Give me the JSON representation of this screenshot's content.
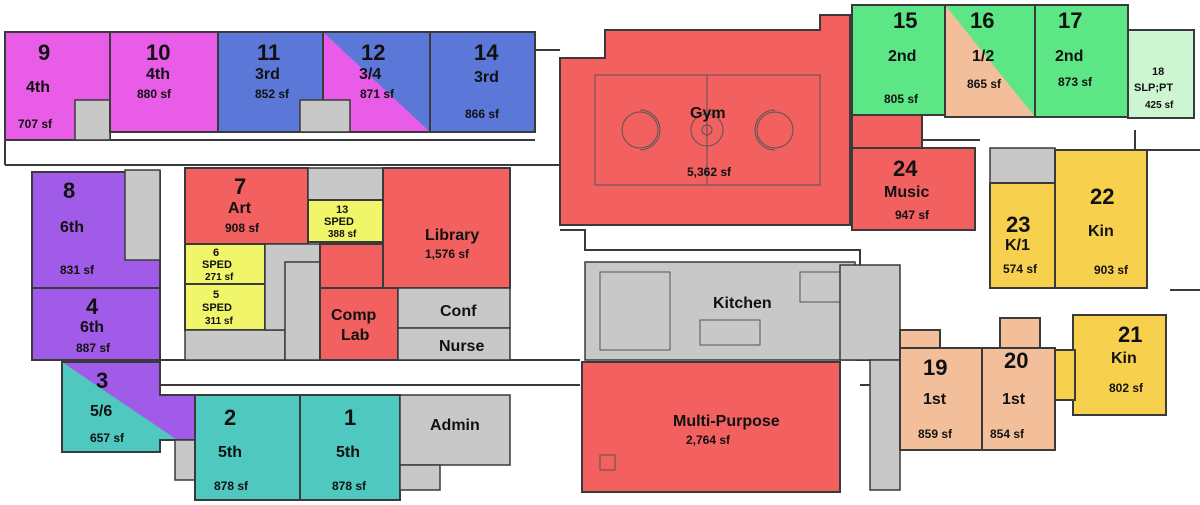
{
  "colors": {
    "fourth": "#e85ce8",
    "third": "#5b78d9",
    "sixth": "#a05ce8",
    "fifth": "#4fc9c0",
    "red": "#f26060",
    "yellow": "#f0f56a",
    "green": "#5ce685",
    "lightgreen": "#ccf5d2",
    "peach": "#f3bf9a",
    "gold": "#f7d04e",
    "gray": "#c8c8c8"
  },
  "rooms": {
    "r9": {
      "num": "9",
      "grade": "4th",
      "sf": "707 sf"
    },
    "r10": {
      "num": "10",
      "grade": "4th",
      "sf": "880 sf"
    },
    "r11": {
      "num": "11",
      "grade": "3rd",
      "sf": "852 sf"
    },
    "r12": {
      "num": "12",
      "grade": "3/4",
      "sf": "871 sf"
    },
    "r14": {
      "num": "14",
      "grade": "3rd",
      "sf": "866 sf"
    },
    "r8": {
      "num": "8",
      "grade": "6th",
      "sf": "831 sf"
    },
    "r4": {
      "num": "4",
      "grade": "6th",
      "sf": "887 sf"
    },
    "r3": {
      "num": "3",
      "grade": "5/6",
      "sf": "657 sf"
    },
    "r2": {
      "num": "2",
      "grade": "5th",
      "sf": "878 sf"
    },
    "r1": {
      "num": "1",
      "grade": "5th",
      "sf": "878 sf"
    },
    "r7": {
      "num": "7",
      "grade": "Art",
      "sf": "908 sf"
    },
    "r13": {
      "num": "13",
      "grade": "SPED",
      "sf": "388 sf"
    },
    "r6": {
      "num": "6",
      "grade": "SPED",
      "sf": "271 sf"
    },
    "r5": {
      "num": "5",
      "grade": "SPED",
      "sf": "311 sf"
    },
    "library": {
      "label": "Library",
      "sf": "1,576 sf"
    },
    "complab": {
      "line1": "Comp",
      "line2": "Lab"
    },
    "conf": {
      "label": "Conf"
    },
    "nurse": {
      "label": "Nurse"
    },
    "admin": {
      "label": "Admin"
    },
    "gym": {
      "label": "Gym",
      "sf": "5,362 sf"
    },
    "kitchen": {
      "label": "Kitchen"
    },
    "multi": {
      "label": "Multi-Purpose",
      "sf": "2,764 sf"
    },
    "r24": {
      "num": "24",
      "grade": "Music",
      "sf": "947 sf"
    },
    "r15": {
      "num": "15",
      "grade": "2nd",
      "sf": "805 sf"
    },
    "r16": {
      "num": "16",
      "grade": "1/2",
      "sf": "865 sf"
    },
    "r17": {
      "num": "17",
      "grade": "2nd",
      "sf": "873 sf"
    },
    "r18": {
      "num": "18",
      "grade": "SLP;PT",
      "sf": "425 sf"
    },
    "r23": {
      "num": "23",
      "grade": "K/1",
      "sf": "574 sf"
    },
    "r22": {
      "num": "22",
      "grade": "Kin",
      "sf": "903 sf"
    },
    "r21": {
      "num": "21",
      "grade": "Kin",
      "sf": "802 sf"
    },
    "r19": {
      "num": "19",
      "grade": "1st",
      "sf": "859 sf"
    },
    "r20": {
      "num": "20",
      "grade": "1st",
      "sf": "854 sf"
    }
  }
}
